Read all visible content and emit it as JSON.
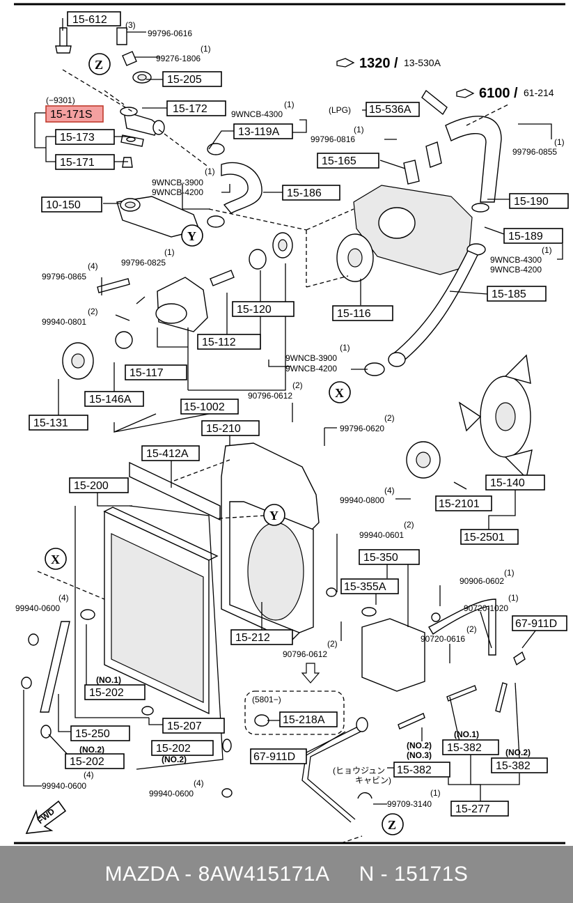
{
  "labels": {
    "l_15612": "15-612",
    "l_15205": "15-205",
    "l_15172": "15-172",
    "l_15171s": "15-171S",
    "l_15173": "15-173",
    "l_15171": "15-171",
    "l_13119a": "13-119A",
    "l_10150": "10-150",
    "l_15186": "15-186",
    "l_15536a": "15-536A",
    "l_15165": "15-165",
    "l_15190": "15-190",
    "l_15189": "15-189",
    "l_15185": "15-185",
    "l_15116": "15-116",
    "l_15120": "15-120",
    "l_15112": "15-112",
    "l_15117": "15-117",
    "l_15146a": "15-146A",
    "l_151002": "15-1002",
    "l_15131": "15-131",
    "l_15210": "15-210",
    "l_15412a": "15-412A",
    "l_15200": "15-200",
    "l_15140": "15-140",
    "l_152101": "15-2101",
    "l_152501": "15-2501",
    "l_15350": "15-350",
    "l_15355a": "15-355A",
    "l_67911d_r": "67-911D",
    "l_15212": "15-212",
    "l_15202_a": "15-202",
    "l_15207": "15-207",
    "l_15202_b": "15-202",
    "l_15250": "15-250",
    "l_15202_c": "15-202",
    "l_15218a": "15-218A",
    "l_67911d_l": "67-911D",
    "l_15382_a": "15-382",
    "l_15382_b": "15-382",
    "l_15382_c": "15-382",
    "l_15277": "15-277"
  },
  "small": {
    "s_3": "(3)",
    "s_99796_0616": "99796-0616",
    "s_1a": "(1)",
    "s_99276_1806": "99276-1806",
    "s_9301": "(−9301)",
    "s_1b": "(1)",
    "s_9wncb4300": "9WNCB-4300",
    "s_1c": "(1)",
    "s_9wncb3900": "9WNCB-3900",
    "s_9wncb4200": "9WNCB-4200",
    "s_lpg": "(LPG)",
    "s_1d": "(1)",
    "s_99796_0816": "99796-0816",
    "s_1e": "(1)",
    "s_99796_0855": "99796-0855",
    "s_1f": "(1)",
    "s_9wncb4300b": "9WNCB-4300",
    "s_9wncb4200b": "9WNCB-4200",
    "s_1g": "(1)",
    "s_99796_0825": "99796-0825",
    "s_4a": "(4)",
    "s_99796_0865": "99796-0865",
    "s_2a": "(2)",
    "s_99940_0801": "99940-0801",
    "s_1h": "(1)",
    "s_9wncb3900b": "9WNCB-3900",
    "s_9wncb4200c": "9WNCB-4200",
    "s_2b": "(2)",
    "s_90796_0612a": "90796-0612",
    "s_2c": "(2)",
    "s_99796_0620": "99796-0620",
    "s_4b": "(4)",
    "s_99940_0800": "99940-0800",
    "s_2d": "(2)",
    "s_99940_0601": "99940-0601",
    "s_1i": "(1)",
    "s_90906_0602": "90906-0602",
    "s_1j": "(1)",
    "s_90720_1020": "90720-1020",
    "s_2e": "(2)",
    "s_90720_0616": "90720-0616",
    "s_4c": "(4)",
    "s_99940_0600a": "99940-0600",
    "s_2f": "(2)",
    "s_90796_0612b": "90796-0612",
    "s_no1a": "(NO.1)",
    "s_no2a": "(NO.2)",
    "s_no2b": "(NO.2)",
    "s_4d": "(4)",
    "s_99940_0600b": "99940-0600",
    "s_4e": "(4)",
    "s_99940_0600c": "99940-0600",
    "s_5801": "(5801−)",
    "s_no2c": "(NO.2)",
    "s_no3": "(NO.3)",
    "s_no1b": "(NO.1)",
    "s_no2d": "(NO.2)",
    "s_jp1": "(ヒョウジュン",
    "s_jp2": "キャビン)",
    "s_1k": "(1)",
    "s_99709_3140": "99709-3140"
  },
  "refs": {
    "r_1320": "1320",
    "r_13530a": "13-530A",
    "r_6100": "6100",
    "r_61214": "61-214"
  },
  "circles": {
    "c_z1": "Z",
    "c_y1": "Y",
    "c_x1": "X",
    "c_y2": "Y",
    "c_x2": "X",
    "c_z2": "Z"
  },
  "fwd": "FWD",
  "footer": {
    "brand": "MAZDA - 8AW415171A",
    "part": "N - 15171S"
  }
}
